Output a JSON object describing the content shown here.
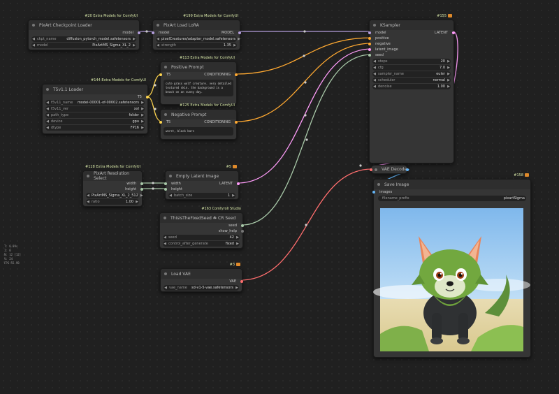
{
  "colors": {
    "model_wire": "#b39ddb",
    "clip_wire": "#ffd54f",
    "cond_wire": "#ffa931",
    "latent_wire": "#ff9cf9",
    "vae_wire": "#ff6e6e",
    "int_wire": "#a8c8a8",
    "image_wire": "#64b5f6"
  },
  "nodes": {
    "checkpoint": {
      "badge": "#20 Extra Models for ComfyUI",
      "title": "PixArt Checkpoint Loader",
      "out_model": "model",
      "w1_label": "ckpt_name",
      "w1_value": "diffusion_pytorch_model.safetensors",
      "w2_label": "model",
      "w2_value": "PixArtMS_Sigma_XL_2"
    },
    "lora": {
      "badge": "#199 Extra Models for ComfyUI",
      "title": "PixArt Load LoRA",
      "in_model": "model",
      "out_model": "MODEL",
      "w1_label": "lora_name",
      "w1_value": "pixelCreatures/adapter_model.safetensors",
      "w2_label": "strength",
      "w2_value": "1.35"
    },
    "t5loader": {
      "badge": "#144 Extra Models for ComfyUI",
      "title": "T5v1.1 Loader",
      "out": "T5",
      "w1_label": "t5v11_name",
      "w1_value": "model-00001-of-00002.safetensors",
      "w2_label": "t5v11_ver",
      "w2_value": "xxl",
      "w3_label": "path_type",
      "w3_value": "folder",
      "w4_label": "device",
      "w4_value": "gpu",
      "w5_label": "dtype",
      "w5_value": "FP16"
    },
    "pos": {
      "badge": "#113 Extra Models for ComfyUI",
      "title": "Positive Prompt",
      "in": "T5",
      "out": "CONDITIONING",
      "text": "cute grass wolf creature. very detailed textured skin. the background is a beach on an sunny day."
    },
    "neg": {
      "badge": "#125 Extra Models for ComfyUI",
      "title": "Negative Prompt",
      "in": "T5",
      "out": "CONDITIONING",
      "text": "worst, black bars"
    },
    "ksampler": {
      "badge": "#155",
      "title": "KSampler",
      "in_model": "model",
      "in_pos": "positive",
      "in_neg": "negative",
      "in_latent": "latent_image",
      "in_seed": "seed",
      "out": "LATENT",
      "w1_label": "steps",
      "w1_value": "20",
      "w2_label": "cfg",
      "w2_value": "7.0",
      "w3_label": "sampler_name",
      "w3_value": "euler",
      "w4_label": "scheduler",
      "w4_value": "normal",
      "w5_label": "denoise",
      "w5_value": "1.00"
    },
    "resolution": {
      "badge": "#128 Extra Models for ComfyUI",
      "title": "PixArt Resolution Select",
      "out_w": "width",
      "out_h": "height",
      "w1_label": "model",
      "w1_value": "PixArtMS_Sigma_XL_2_512",
      "w2_label": "ratio",
      "w2_value": "1.00"
    },
    "latent": {
      "badge": "#5",
      "title": "Empty Latent Image",
      "in_w": "width",
      "in_h": "height",
      "out": "LATENT",
      "w1_label": "batch_size",
      "w1_value": "1"
    },
    "seed": {
      "badge": "#163 Comfyroll Studio",
      "title": "ThisIsTheFixedSeed ☘ CR Seed",
      "out_seed": "seed",
      "out_help": "show_help",
      "w1_label": "seed",
      "w1_value": "42",
      "w2_label": "control_after_generate",
      "w2_value": "fixed"
    },
    "vae": {
      "badge": "#3",
      "title": "Load VAE",
      "out": "VAE",
      "w1_label": "vae_name",
      "w1_value": "sd-v1-5-vae.safetensors"
    },
    "decode": {
      "title": "VAE Decode"
    },
    "save": {
      "badge": "#158",
      "title": "Save Image",
      "in": "images",
      "w1_label": "filename_prefix",
      "w1_value": "pixartSigma"
    }
  },
  "side_info": [
    "T: 0.09s",
    "I: 0",
    "N: 12 [12]",
    "V: 24",
    "FPS:55.98"
  ]
}
